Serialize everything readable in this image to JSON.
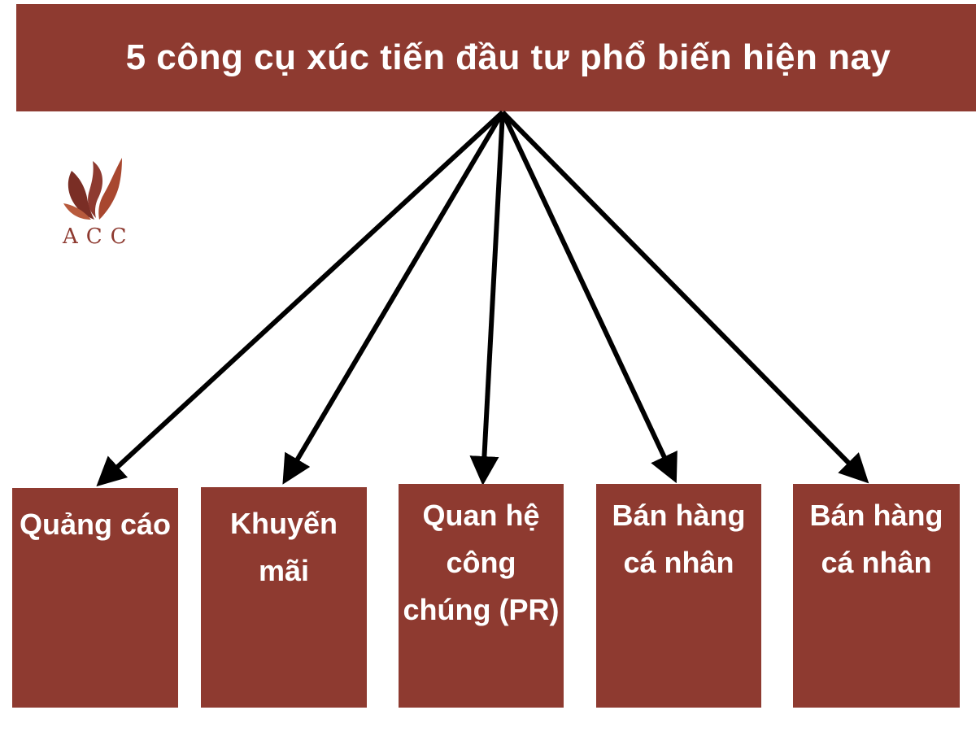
{
  "title": "5 công cụ xúc tiến đầu tư phổ biến hiện nay",
  "logo": {
    "text": "ACC"
  },
  "tools": [
    {
      "label": "Quảng cáo"
    },
    {
      "label": "Khuyến mãi"
    },
    {
      "label": "Quan hệ công chúng (PR)"
    },
    {
      "label": "Bán hàng cá nhân"
    },
    {
      "label": "Bán hàng cá nhân"
    }
  ],
  "colors": {
    "accent": "#8e3a30",
    "text_on_accent": "#ffffff",
    "arrow": "#000000",
    "background": "#ffffff"
  }
}
